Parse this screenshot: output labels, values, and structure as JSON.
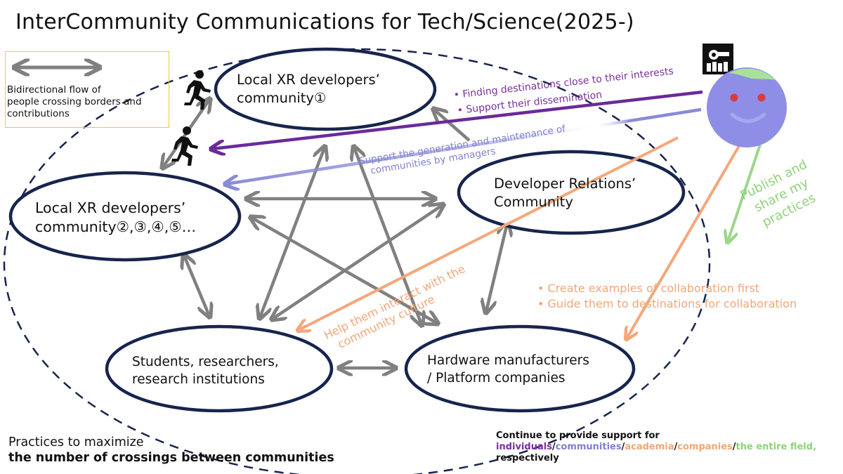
{
  "title": "InterCommunity Communications for Tech/Science(2025-)",
  "legend": {
    "line1": "Bidirectional flow of",
    "line2": "people crossing borders and",
    "line3": "contributions"
  },
  "nodes": {
    "local1": {
      "line1": "Local XR developers’",
      "line2": "community①"
    },
    "local2": {
      "line1": "Local XR developers’",
      "line2": "community②,③,④,⑤…"
    },
    "devrel": {
      "line1": "Developer Relations’",
      "line2": "Community"
    },
    "students": {
      "line1": "Students, researchers,",
      "line2": "research institutions"
    },
    "hardware": {
      "line1": "Hardware manufacturers",
      "line2": "/ Platform companies"
    }
  },
  "annotations": {
    "finding": "• Finding destinations close to their interests",
    "dissemination": "• Support their dissemination",
    "generation1": "Support the generation and maintenance of",
    "generation2": "communities by managers",
    "publish1": "Publish and",
    "publish2": "share my",
    "publish3": "practices",
    "create": "• Create examples of collaboration first",
    "guide": "• Guide them to destinations for collaboration",
    "help1": "Help them interact with the",
    "help2": "community culture"
  },
  "footer_left": {
    "line1": "Practices to maximize",
    "line2": "the number of crossings between communities"
  },
  "footer_right": {
    "line1": "Continue to provide support for",
    "individuals": "individuals",
    "slash1": "/",
    "communities": "communities",
    "slash2": "/",
    "academia": "academia",
    "slash3": "/",
    "companies": "companies",
    "slash4": "/",
    "field": "the entire field,",
    "line3": "respectively"
  },
  "logo_text": "",
  "colors": {
    "ellipse": "#17244d",
    "arrow_gray": "#808080",
    "purple": "#6a2a9a",
    "lavender": "#8a8ad8",
    "orange": "#f4a77a",
    "green": "#9bd68a",
    "mascot_face": "#8e8ee6",
    "mascot_cap": "#a8e29a",
    "legend_border": "#f0c838"
  },
  "icons": [
    "running-person-icon",
    "mascot-avatar-icon",
    "logo-icon",
    "double-arrow-icon"
  ]
}
